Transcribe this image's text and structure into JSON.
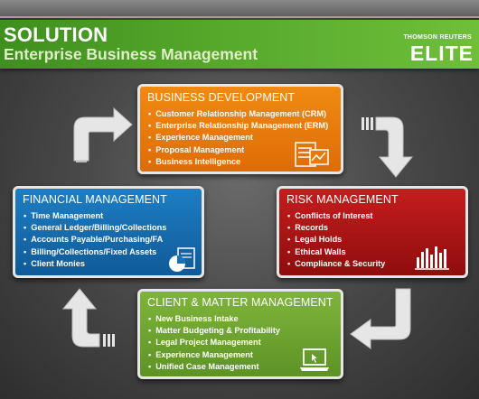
{
  "header": {
    "title": "SOLUTION",
    "subtitle": "Enterprise Business Management",
    "brand_small": "THOMSON REUTERS",
    "brand_main": "ELITE"
  },
  "business_development": {
    "title": "BUSINESS DEVELOPMENT",
    "items": [
      "Customer Relationship Management (CRM)",
      "Enterprise Relationship Management (ERM)",
      "Experience Management",
      "Proposal Management",
      "Business Intelligence"
    ],
    "icon": "document-chart-icon"
  },
  "financial_management": {
    "title": "FINANCIAL MANAGEMENT",
    "items": [
      "Time Management",
      "General Ledger/Billing/Collections",
      "Accounts Payable/Purchasing/FA",
      "Billing/Collections/Fixed Assets",
      "Client Monies"
    ],
    "icon": "pie-chart-icon"
  },
  "risk_management": {
    "title": "RISK MANAGEMENT",
    "items": [
      "Conflicts of Interest",
      "Records",
      "Legal Holds",
      "Ethical Walls",
      "Compliance & Security"
    ],
    "icon": "bar-chart-icon"
  },
  "client_matter_management": {
    "title": "CLIENT & MATTER MANAGEMENT",
    "items": [
      "New Business Intake",
      "Matter Budgeting & Profitability",
      "Legal Project Management",
      "Experience Management",
      "Unified Case Management"
    ],
    "icon": "laptop-icon"
  },
  "colors": {
    "header_green": "#56a82b",
    "orange": "#e8780a",
    "blue": "#1a6fb0",
    "red": "#b01515",
    "green": "#72a832",
    "arrow": "#e8e8e8"
  }
}
